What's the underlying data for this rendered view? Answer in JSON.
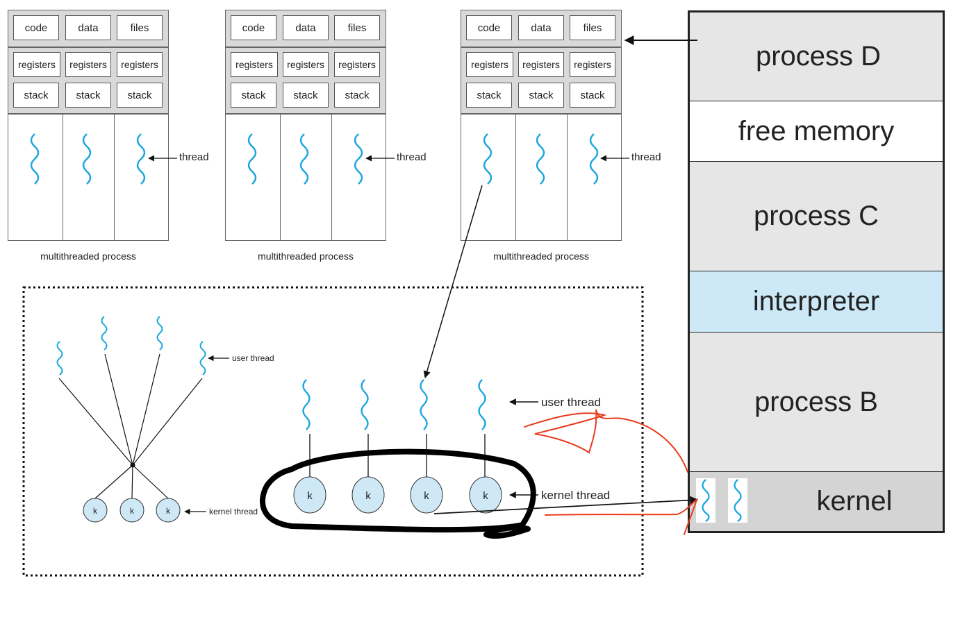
{
  "processes": [
    {
      "caption": "multithreaded process",
      "shared": [
        "code",
        "data",
        "files"
      ],
      "registers": [
        "registers",
        "registers",
        "registers"
      ],
      "stacks": [
        "stack",
        "stack",
        "stack"
      ],
      "thread_label": "thread"
    },
    {
      "caption": "multithreaded process",
      "shared": [
        "code",
        "data",
        "files"
      ],
      "registers": [
        "registers",
        "registers",
        "registers"
      ],
      "stacks": [
        "stack",
        "stack",
        "stack"
      ],
      "thread_label": "thread"
    },
    {
      "caption": "multithreaded process",
      "shared": [
        "code",
        "data",
        "files"
      ],
      "registers": [
        "registers",
        "registers",
        "registers"
      ],
      "stacks": [
        "stack",
        "stack",
        "stack"
      ],
      "thread_label": "thread"
    }
  ],
  "many_to_one": {
    "user_label": "user thread",
    "kernel_label": "kernel thread",
    "kernel_nodes": [
      "k",
      "k",
      "k"
    ]
  },
  "one_to_one": {
    "user_label": "user thread",
    "kernel_label": "kernel thread",
    "kernel_nodes": [
      "k",
      "k",
      "k",
      "k"
    ]
  },
  "memory": {
    "segments": [
      {
        "label": "process D",
        "color": "#e6e6e6"
      },
      {
        "label": "free memory",
        "color": "#ffffff"
      },
      {
        "label": "process C",
        "color": "#e6e6e6"
      },
      {
        "label": "interpreter",
        "color": "#cde9f7"
      },
      {
        "label": "process B",
        "color": "#e6e6e6"
      },
      {
        "label": "kernel",
        "color": "#d4d4d4"
      }
    ]
  },
  "colors": {
    "thread_wave": "#1aa6de",
    "kernel_node": "#cfe8f6",
    "annotation_red": "#e83a1c"
  }
}
